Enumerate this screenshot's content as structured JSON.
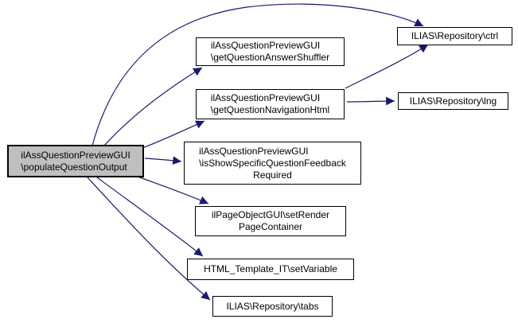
{
  "diagram": {
    "type": "call-graph",
    "colors": {
      "background": "#ffffff",
      "edge": "#191970",
      "node_border": "#000000",
      "node_fill": "#ffffff",
      "focus_fill": "#bfbfbf",
      "text": "#000000"
    },
    "nodes": [
      {
        "id": "populateQuestionOutput",
        "focused": true,
        "lines": [
          "ilAssQuestionPreviewGUI",
          "\\populateQuestionOutput"
        ]
      },
      {
        "id": "getQuestionAnswerShuffler",
        "lines": [
          "ilAssQuestionPreviewGUI",
          "\\getQuestionAnswerShuffler"
        ]
      },
      {
        "id": "getQuestionNavigationHtml",
        "lines": [
          "ilAssQuestionPreviewGUI",
          "\\getQuestionNavigationHtml"
        ]
      },
      {
        "id": "isShowSpecificQuestionFeedbackRequired",
        "lines": [
          "ilAssQuestionPreviewGUI",
          "\\isShowSpecificQuestionFeedback",
          "Required"
        ]
      },
      {
        "id": "setRenderPageContainer",
        "lines": [
          "ilPageObjectGUI\\setRender",
          "PageContainer"
        ]
      },
      {
        "id": "setVariable",
        "lines": [
          "HTML_Template_IT\\setVariable"
        ]
      },
      {
        "id": "tabs",
        "lines": [
          "ILIAS\\Repository\\tabs"
        ]
      },
      {
        "id": "ctrl",
        "lines": [
          "ILIAS\\Repository\\ctrl"
        ]
      },
      {
        "id": "lng",
        "lines": [
          "ILIAS\\Repository\\lng"
        ]
      }
    ],
    "edges": [
      {
        "from": "populateQuestionOutput",
        "to": "ctrl"
      },
      {
        "from": "populateQuestionOutput",
        "to": "getQuestionAnswerShuffler"
      },
      {
        "from": "populateQuestionOutput",
        "to": "getQuestionNavigationHtml"
      },
      {
        "from": "populateQuestionOutput",
        "to": "isShowSpecificQuestionFeedbackRequired"
      },
      {
        "from": "populateQuestionOutput",
        "to": "setRenderPageContainer"
      },
      {
        "from": "populateQuestionOutput",
        "to": "setVariable"
      },
      {
        "from": "populateQuestionOutput",
        "to": "tabs"
      },
      {
        "from": "getQuestionNavigationHtml",
        "to": "ctrl"
      },
      {
        "from": "getQuestionNavigationHtml",
        "to": "lng"
      }
    ]
  }
}
